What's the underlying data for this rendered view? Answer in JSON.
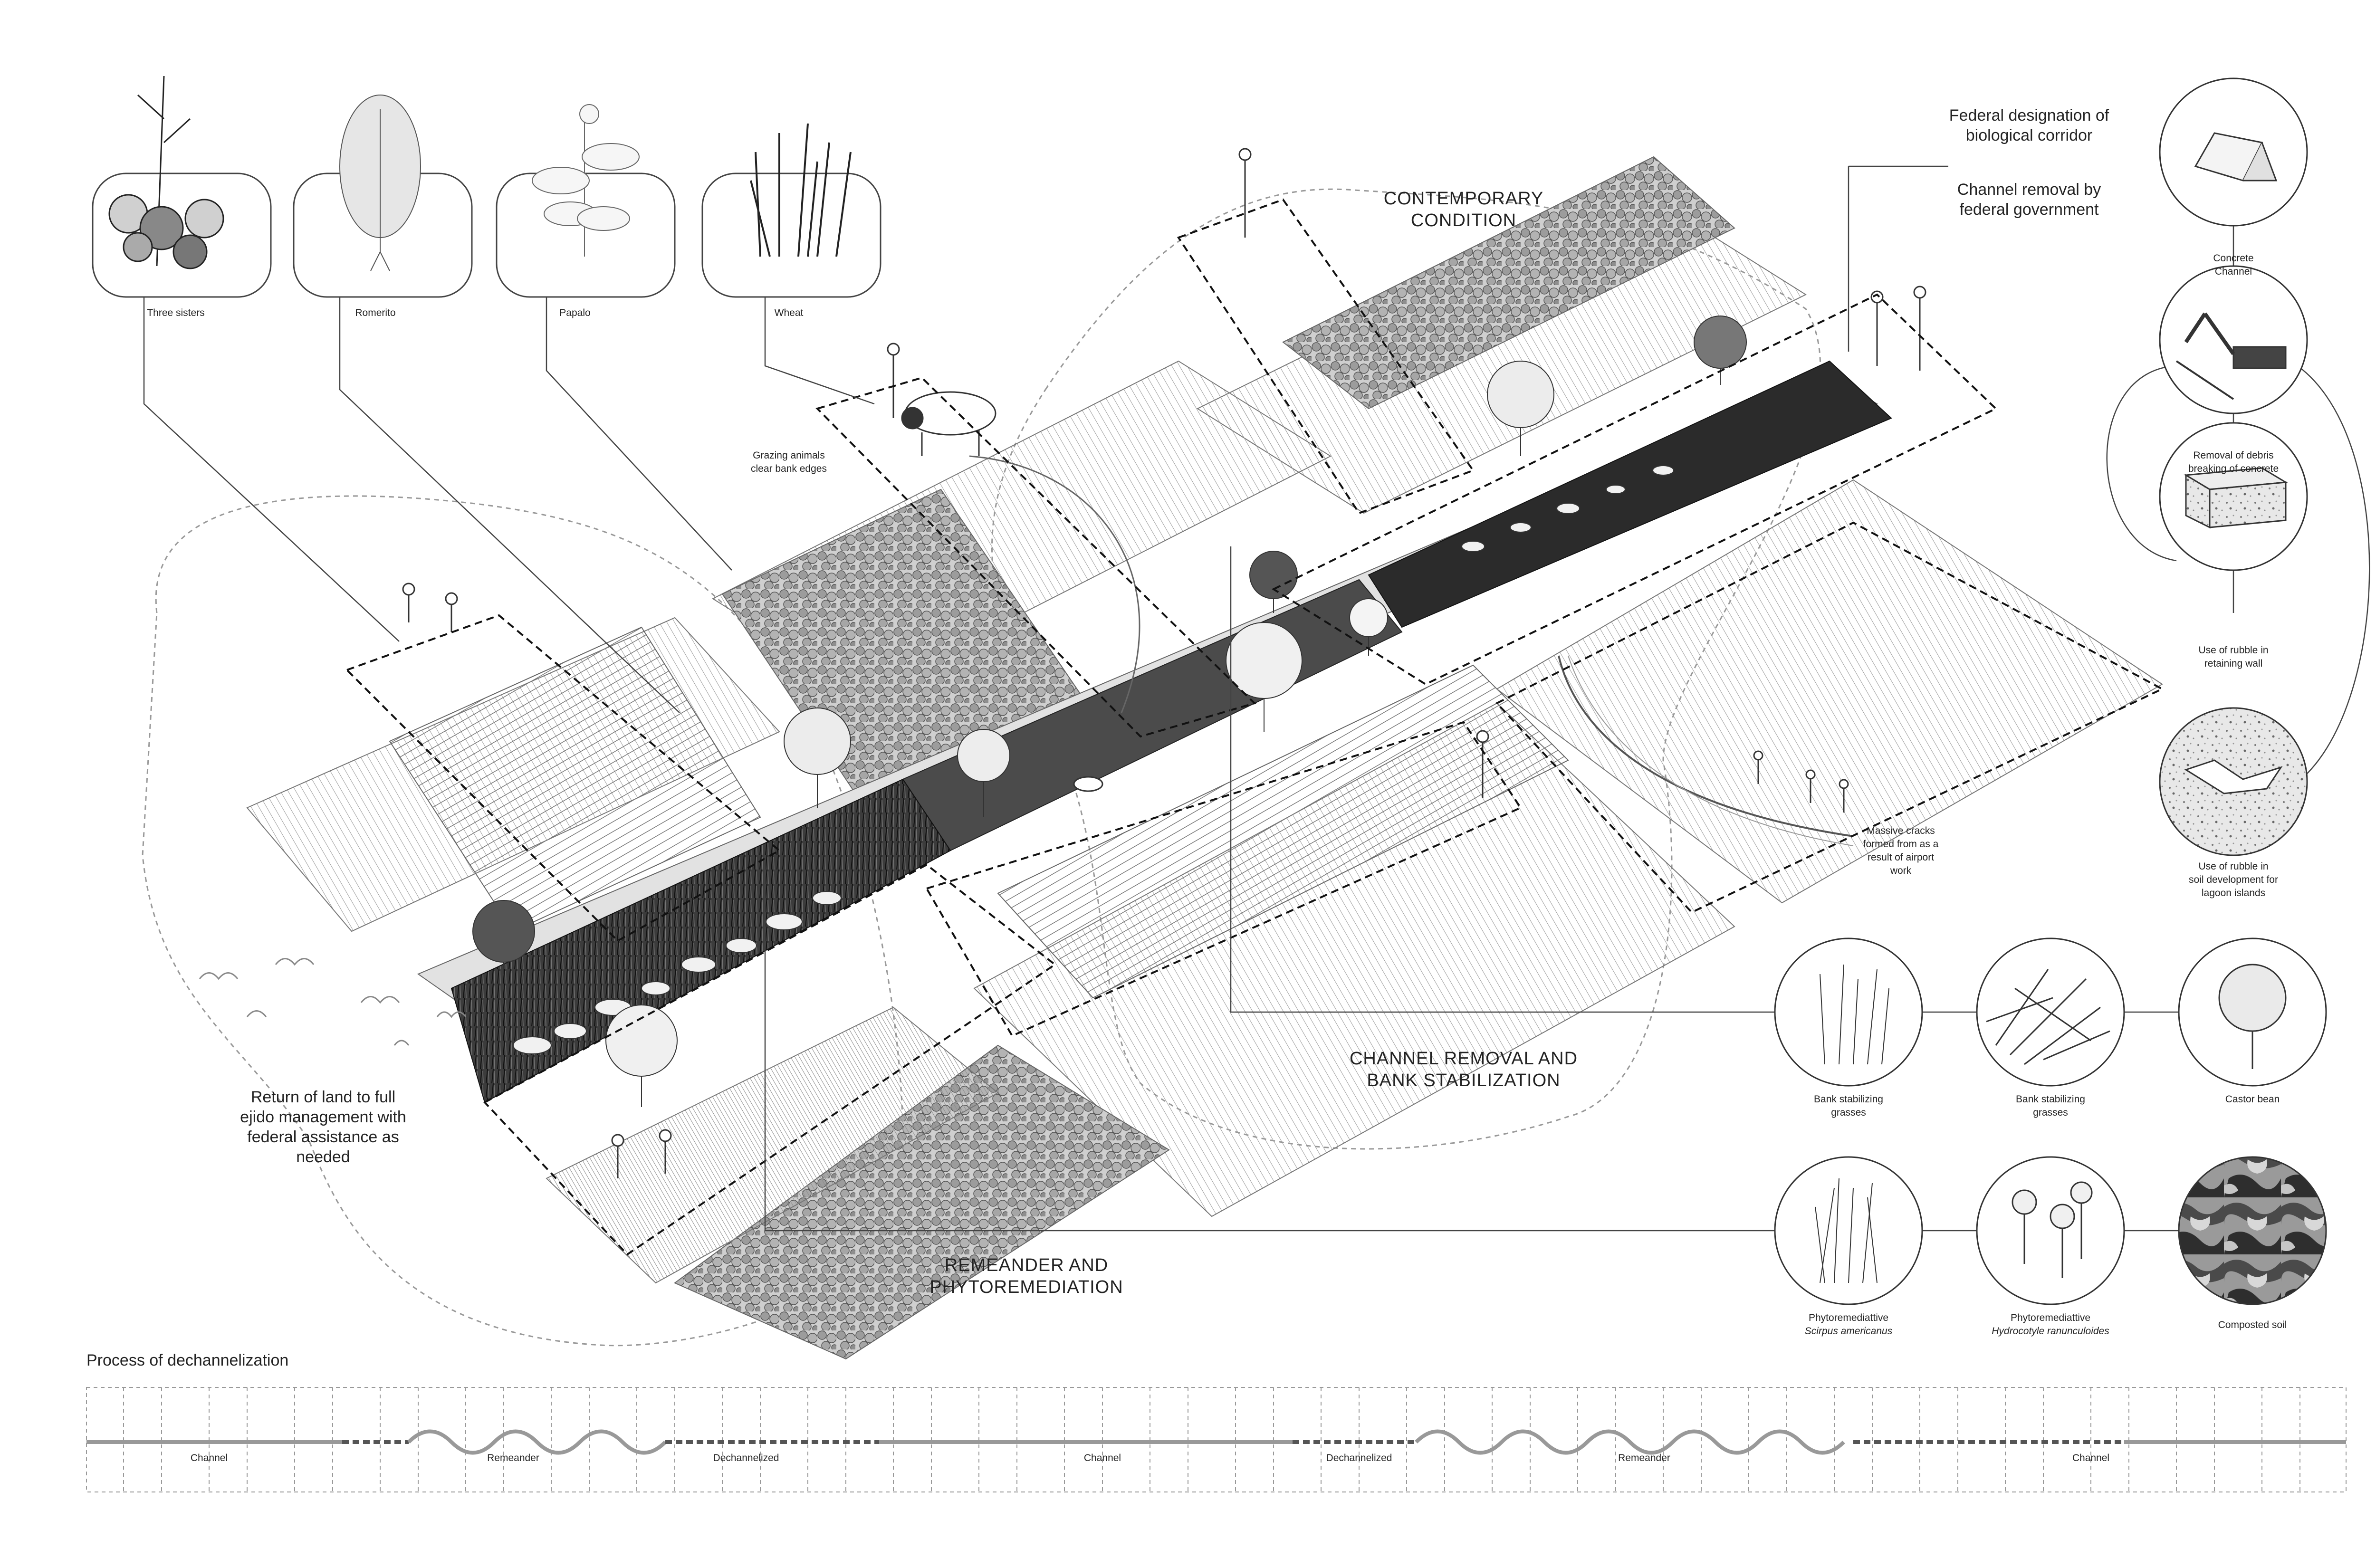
{
  "crops": [
    {
      "label": "Three sisters",
      "icon": "three-sisters-plant-icon"
    },
    {
      "label": "Romerito",
      "icon": "romerito-plant-icon"
    },
    {
      "label": "Papalo",
      "icon": "papalo-plant-icon"
    },
    {
      "label": "Wheat",
      "icon": "wheat-plant-icon"
    }
  ],
  "zones": {
    "contemporary": "CONTEMPORARY\nCONDITION",
    "channel_removal": "CHANNEL REMOVAL AND\nBANK STABILIZATION",
    "remeander": "REMEANDER AND\nPHYTOREMEDIATION"
  },
  "annotations": {
    "grazing": "Grazing animals\nclear bank edges",
    "cracks": "Massive cracks\nformed from as a\nresult of airport\nwork",
    "ejido": "Return of land to full\nejido management with\nfederal assistance as\nneeded"
  },
  "federal": {
    "designation": "Federal designation of\nbiological corridor",
    "removal": "Channel removal by\nfederal government"
  },
  "process_steps": [
    {
      "label": "Concrete\nChannel",
      "icon": "concrete-channel-icon"
    },
    {
      "label": "Removal of debris\nbreaking of concrete",
      "icon": "excavator-icon"
    },
    {
      "label": "Use of rubble in\nretaining wall",
      "icon": "rubble-block-icon"
    },
    {
      "label": "Use of rubble in\nsoil development for\nlagoon islands",
      "icon": "rubble-soil-icon"
    }
  ],
  "plants_row1": [
    {
      "label": "Bank stabilizing\ngrasses",
      "icon": "tall-grass-icon"
    },
    {
      "label": "Bank stabilizing\ngrasses",
      "icon": "dense-grass-icon"
    },
    {
      "label": "Castor bean",
      "icon": "castor-bean-icon"
    }
  ],
  "plants_row2": [
    {
      "label": "Phytoremediattive",
      "sublabel": "Scirpus americanus",
      "icon": "scirpus-icon"
    },
    {
      "label": "Phytoremediattive",
      "sublabel": "Hydrocotyle ranunculoides",
      "icon": "hydrocotyle-icon"
    },
    {
      "label": "Composted soil",
      "sublabel": "",
      "icon": "composted-soil-icon"
    }
  ],
  "timeline": {
    "title": "Process of dechannelization",
    "segments": [
      "Channel",
      "Remeander",
      "Dechannelized",
      "Channel",
      "Dechannelized",
      "Remeander",
      "Channel"
    ]
  }
}
